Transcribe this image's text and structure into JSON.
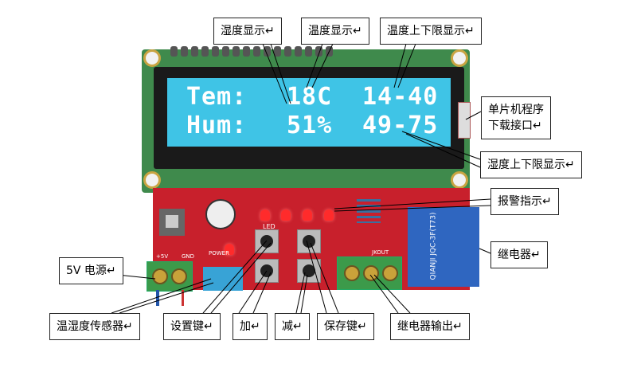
{
  "lcd": {
    "line1_label": "Tem:",
    "line1_value": "18C",
    "line1_range": "14-40",
    "line2_label": "Hum:",
    "line2_value": "51%",
    "line2_range": "49-75"
  },
  "board": {
    "power_label": "+5V",
    "gnd_label": "GND",
    "jkout_label": "JKOUT",
    "relay_text": "QIANJI JQC-3F(T73)",
    "led_label": "LED",
    "power_led_label": "POWER"
  },
  "callouts": {
    "humidity_display": "湿度显示↵",
    "temperature_display": "温度显示↵",
    "temp_limits_display": "温度上下限显示↵",
    "mcu_program_port_1": "单片机程序",
    "mcu_program_port_2": "下载接口↵",
    "humidity_limits_display": "湿度上下限显示↵",
    "alarm_indicator": "报警指示↵",
    "relay": "继电器↵",
    "power_5v": "5V 电源↵",
    "sensor": "温湿度传感器↵",
    "set_key": "设置键↵",
    "plus_key": "加↵",
    "minus_key": "减↵",
    "save_key": "保存键↵",
    "relay_output": "继电器输出↵"
  }
}
